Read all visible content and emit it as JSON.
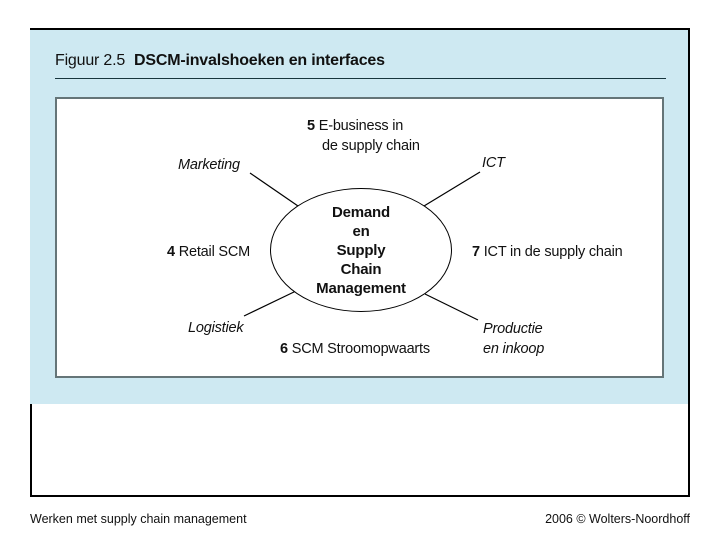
{
  "slide": {
    "figure_label": "Figuur 2.5",
    "figure_title": "DSCM-invalshoeken en interfaces",
    "footer_left": "Werken met supply chain management",
    "footer_right": "2006 © Wolters-Noordhoff"
  },
  "diagram": {
    "center_lines": [
      "Demand",
      "en",
      "Supply",
      "Chain",
      "Management"
    ],
    "labels": {
      "ebusiness_number": "5",
      "ebusiness_line1": "E-business in",
      "ebusiness_line2": "de supply chain",
      "marketing": "Marketing",
      "ict": "ICT",
      "retail_number": "4",
      "retail_text": "Retail SCM",
      "ict_chain_number": "7",
      "ict_chain_text": "ICT in de supply chain",
      "logistiek": "Logistiek",
      "stroomopwaarts_number": "6",
      "stroomopwaarts_text": "SCM Stroomopwaarts",
      "productie_line1": "Productie",
      "productie_line2": "en inkoop"
    }
  },
  "colors": {
    "panel_blue": "#cee9f2",
    "frame_border": "#000000",
    "diagram_box_border": "#657578",
    "connector_line": "#000000",
    "text": "#111111"
  }
}
